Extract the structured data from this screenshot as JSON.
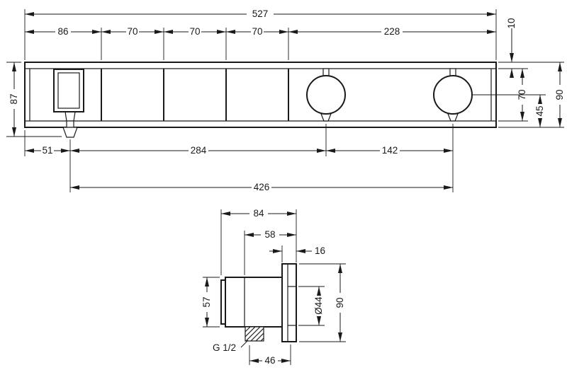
{
  "drawing": {
    "colors": {
      "line": "#1a1a1a",
      "background": "#ffffff"
    },
    "top_view": {
      "total_width": "527",
      "segment_1": "86",
      "segment_2": "70",
      "segment_3": "70",
      "segment_4": "70",
      "segment_5": "228",
      "top_offset": "10",
      "overall_height_left": "87",
      "face_height": "70",
      "center_to_bottom": "45",
      "overall_height_right": "90",
      "edge_to_spout": "51",
      "spout_to_knob": "284",
      "knob_spacing": "142",
      "spout_to_last_knob": "426"
    },
    "side_view": {
      "total_depth": "84",
      "wall_to_front": "58",
      "escutcheon_thickness": "16",
      "body_height": "57",
      "sleeve_diameter": "Ø44",
      "escutcheon_height": "90",
      "thread_size": "G 1/2",
      "outlet_offset": "46"
    }
  }
}
